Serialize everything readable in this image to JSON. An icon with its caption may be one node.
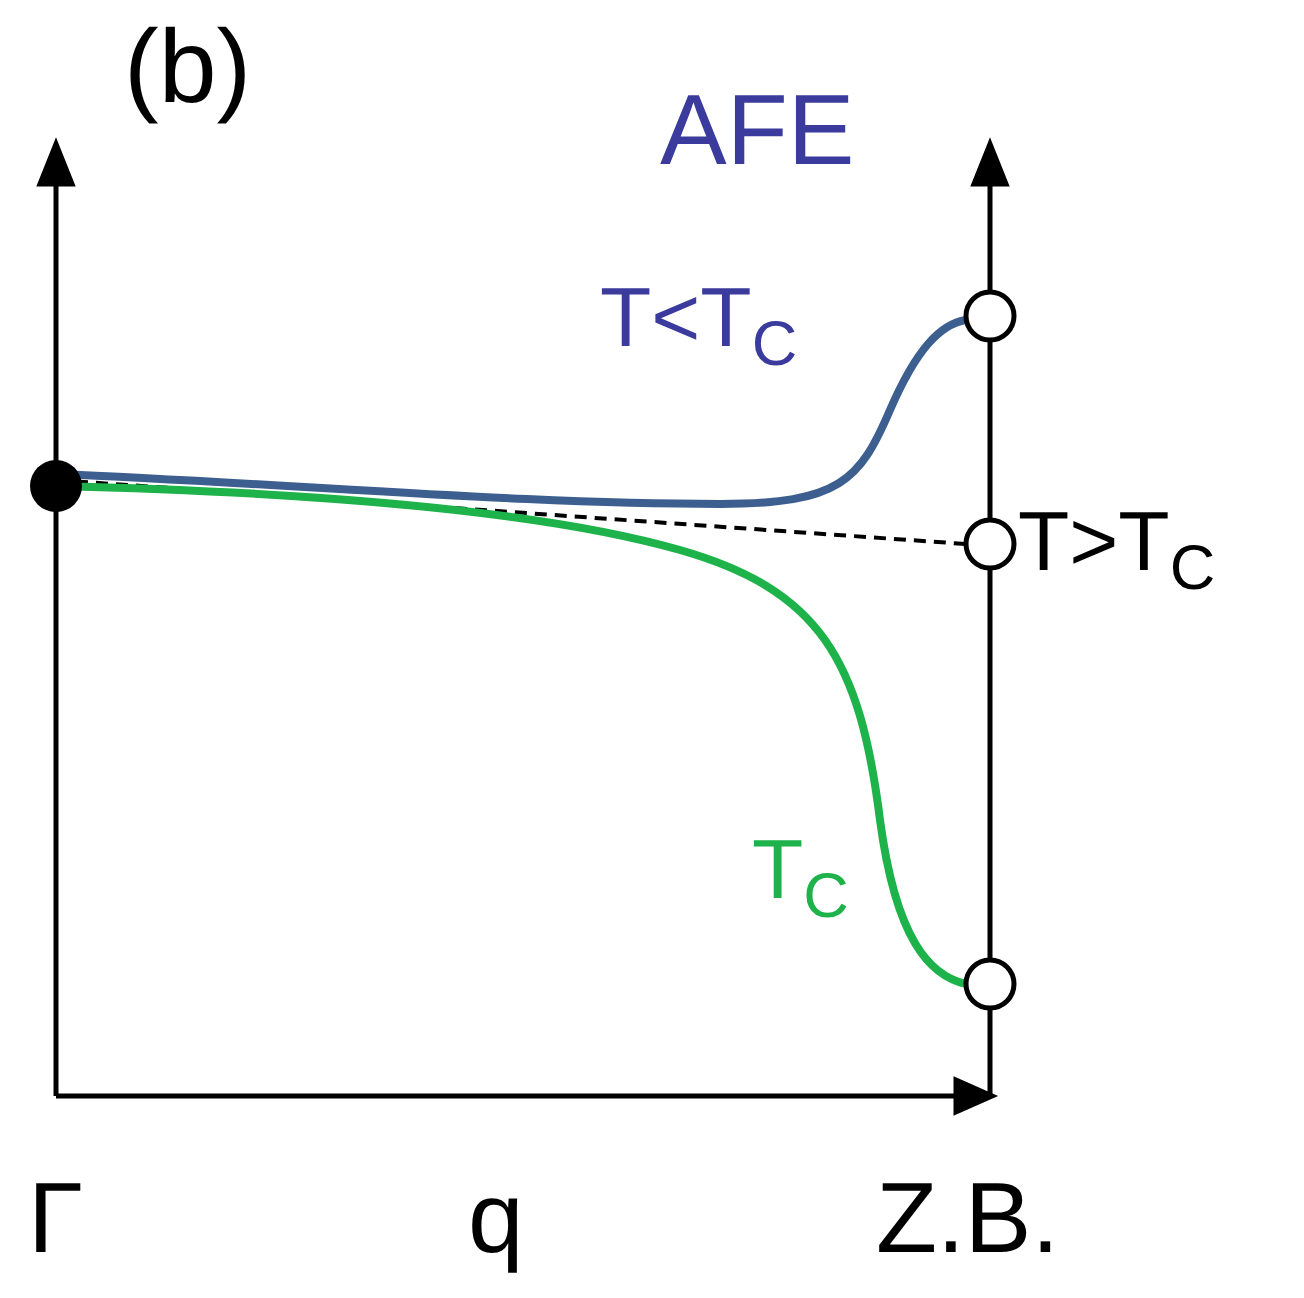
{
  "diagram": {
    "labels": [
      "(b)",
      "AFE",
      "T<T$_{C}$",
      "T>T$_{C}$",
      "T$_{C}$",
      "Γ",
      "q",
      "Z.B."
    ]
  }
}
